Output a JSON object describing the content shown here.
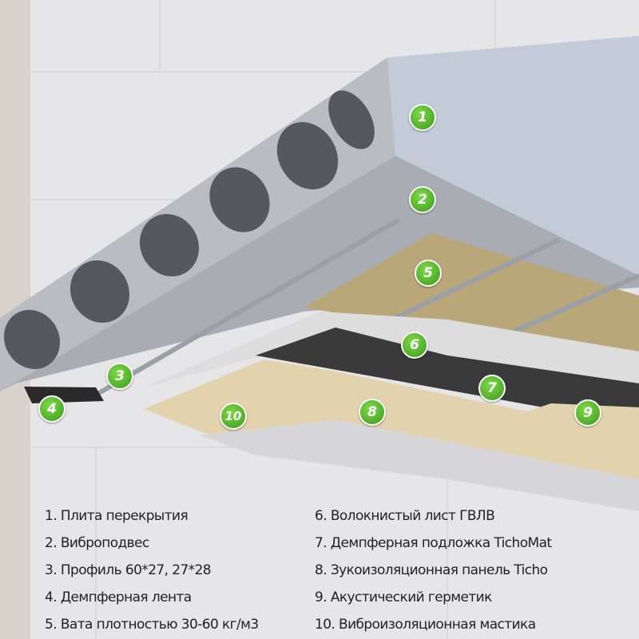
{
  "markers": [
    "1",
    "2",
    "3",
    "4",
    "5",
    "6",
    "7",
    "8",
    "9",
    "10"
  ],
  "legend": [
    "1. Плита перекрытия",
    "2. Виброподвес",
    "3. Профиль 60*27, 27*28",
    "4. Демпферная лента",
    "5. Вата плотностью 30-60 кг/м3",
    "6. Волокнистый лист ГВЛВ",
    "7. Демпферная подложка TichoMat",
    "8. Зукоизоляционная панель Ticho",
    "9. Акустический герметик",
    "10. Виброизоляционная мастика"
  ],
  "colors": {
    "marker": "#4caf2a",
    "wool": "#b9a679",
    "mat": "#3a3a3a",
    "panel": "#e2d2ae"
  }
}
